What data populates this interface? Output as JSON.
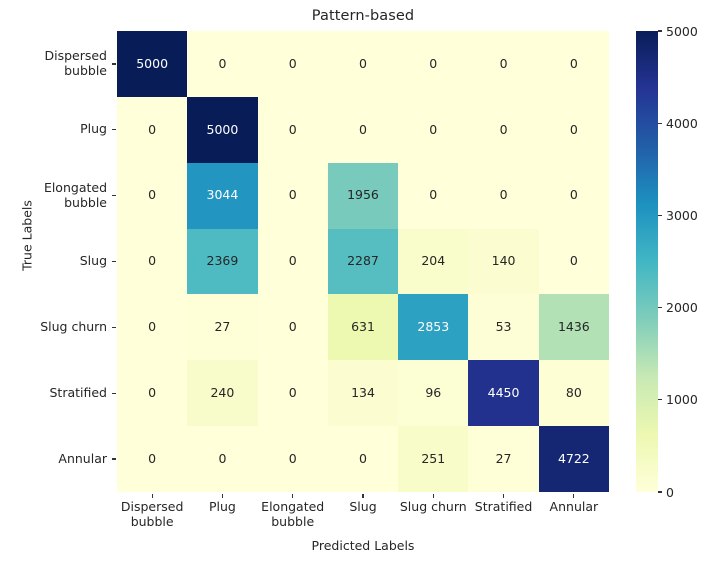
{
  "chart_data": {
    "type": "heatmap",
    "title": "Pattern-based",
    "xlabel": "Predicted Labels",
    "ylabel": "True Labels",
    "categories": [
      "Dispersed\nbubble",
      "Plug",
      "Elongated\nbubble",
      "Slug",
      "Slug churn",
      "Stratified",
      "Annular"
    ],
    "row_labels": [
      "Dispersed\nbubble",
      "Plug",
      "Elongated\nbubble",
      "Slug",
      "Slug churn",
      "Stratified",
      "Annular"
    ],
    "col_labels": [
      "Dispersed\nbubble",
      "Plug",
      "Elongated\nbubble",
      "Slug",
      "Slug churn",
      "Stratified",
      "Annular"
    ],
    "values": [
      [
        5000,
        0,
        0,
        0,
        0,
        0,
        0
      ],
      [
        0,
        5000,
        0,
        0,
        0,
        0,
        0
      ],
      [
        0,
        3044,
        0,
        1956,
        0,
        0,
        0
      ],
      [
        0,
        2369,
        0,
        2287,
        204,
        140,
        0
      ],
      [
        0,
        27,
        0,
        631,
        2853,
        53,
        1436
      ],
      [
        0,
        240,
        0,
        134,
        96,
        4450,
        80
      ],
      [
        0,
        0,
        0,
        0,
        251,
        27,
        4722
      ]
    ],
    "annotate": true,
    "colormap": "YlGnBu",
    "vmin": 0,
    "vmax": 5000,
    "grid": false,
    "colorbar": {
      "position": "right",
      "ticks": [
        0,
        1000,
        2000,
        3000,
        4000,
        5000
      ],
      "tick_labels": [
        "0",
        "1000",
        "2000",
        "3000",
        "4000",
        "5000"
      ]
    }
  },
  "colors": {
    "cmap_low": "#ffffd9",
    "cmap_high": "#081d58",
    "text_dark": "#262626",
    "text_light": "#ffffff",
    "background": "#ffffff"
  }
}
